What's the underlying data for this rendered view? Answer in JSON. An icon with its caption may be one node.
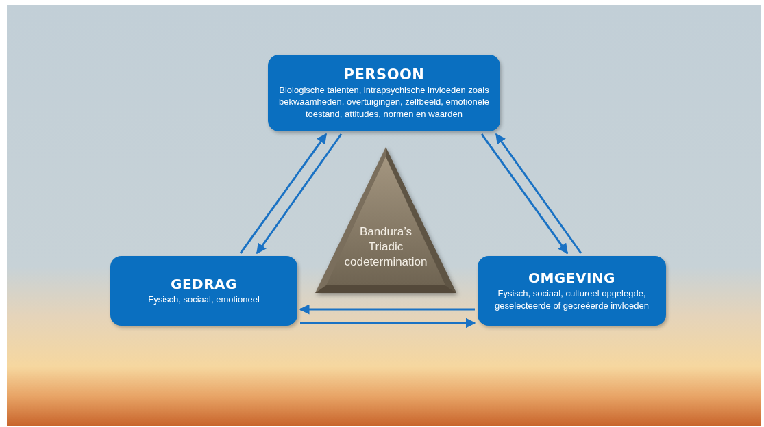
{
  "diagram": {
    "nodes": [
      {
        "text": [
          "PERSOON",
          "Biologische talenten, intrapsychische invloeden zoals bekwaamheden, overtuigingen, zelfbeeld, emotionele toestand, attitudes, normen en waarden"
        ]
      },
      {
        "text": [
          "GEDRAG",
          "Fysisch, sociaal, emotioneel"
        ]
      },
      {
        "text": [
          "OMGEVING",
          "Fysisch, sociaal, cultureel opgelegde, geselecteerde of gecreëerde invloeden"
        ]
      },
      {
        "text": [
          "Bandura’s Triadic codetermination"
        ]
      }
    ],
    "edges": [
      {
        "from": 1,
        "to": 0,
        "arrow": "to"
      },
      {
        "from": 0,
        "to": 1,
        "arrow": "to"
      },
      {
        "from": 0,
        "to": 2,
        "arrow": "to"
      },
      {
        "from": 2,
        "to": 0,
        "arrow": "to"
      },
      {
        "from": 2,
        "to": 1,
        "arrow": "to"
      },
      {
        "from": 1,
        "to": 2,
        "arrow": "to"
      }
    ]
  }
}
